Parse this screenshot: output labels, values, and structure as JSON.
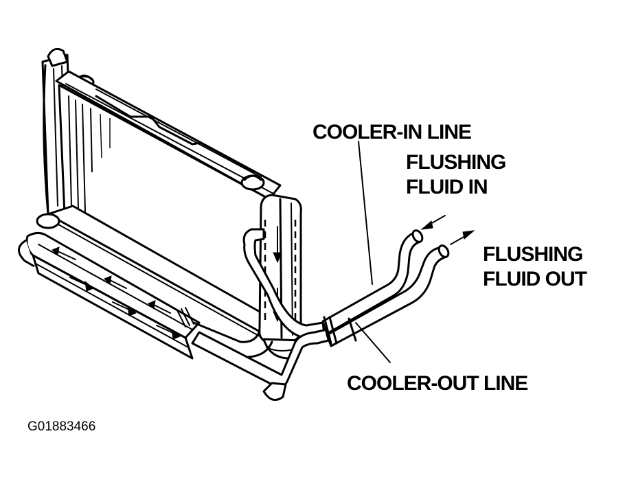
{
  "labels": {
    "cooler_in_line": "COOLER-IN LINE",
    "flushing_fluid_in": [
      "FLUSHING",
      "FLUID IN"
    ],
    "flushing_fluid_out": [
      "FLUSHING",
      "FLUID OUT"
    ],
    "cooler_out_line": "COOLER-OUT LINE",
    "figure_id": "G01883466"
  },
  "colors": {
    "ink": "#000000",
    "paper": "#ffffff"
  }
}
